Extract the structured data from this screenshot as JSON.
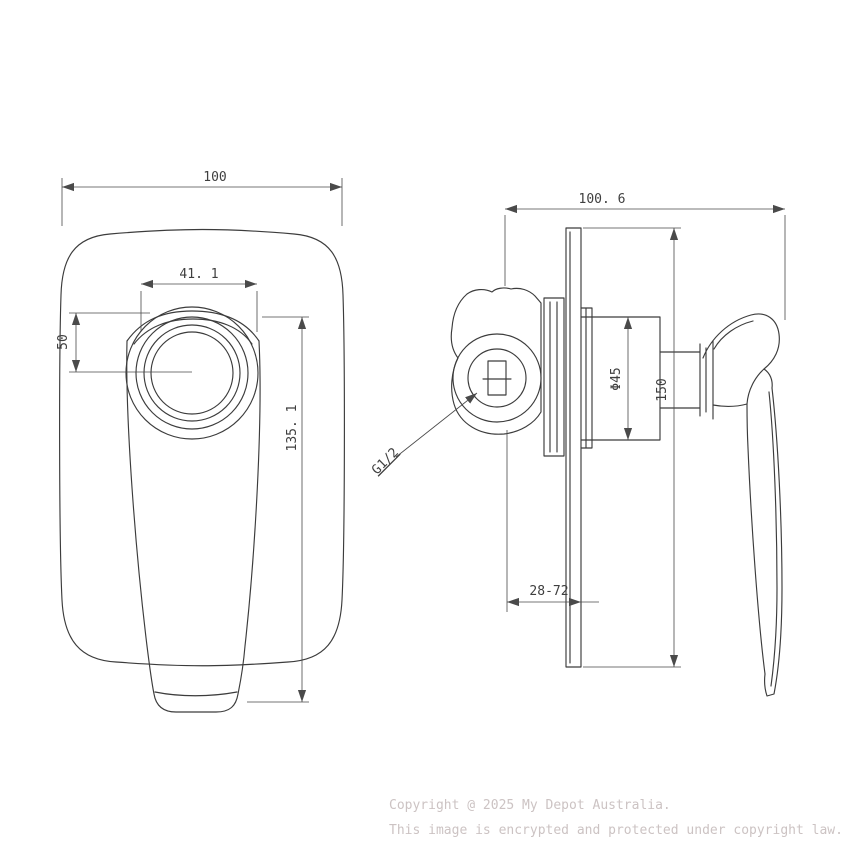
{
  "front_view": {
    "dim_width": "100",
    "dim_top_width": "41. 1",
    "dim_center_offset": "50",
    "dim_handle_length": "135. 1"
  },
  "side_view": {
    "dim_overall_depth": "100. 6",
    "dim_trim_diameter": "Φ45",
    "dim_plate_height": "150",
    "dim_depth_range": "28-72",
    "thread_label": "G1/2"
  },
  "watermark": {
    "line1": "Copyright @ 2025 My Depot Australia.",
    "line2": "This image is encrypted and protected under copyright law."
  },
  "colors": {
    "line": "#3c3c3c",
    "dim": "#4a4a4a",
    "watermark": "#ccc3c3",
    "background": "#ffffff"
  }
}
